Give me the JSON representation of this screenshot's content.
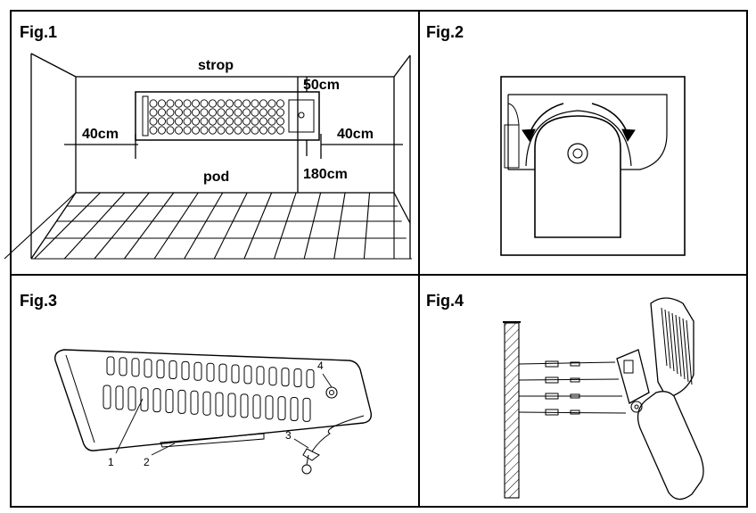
{
  "figures": {
    "fig1": {
      "title": "Fig.1",
      "label_ceiling": "strop",
      "label_floor": "pod",
      "dim_top": "50cm",
      "dim_left": "40cm",
      "dim_right": "40cm",
      "dim_height": "180cm"
    },
    "fig2": {
      "title": "Fig.2"
    },
    "fig3": {
      "title": "Fig.3",
      "callouts": [
        "1",
        "2",
        "3",
        "4"
      ]
    },
    "fig4": {
      "title": "Fig.4"
    }
  }
}
